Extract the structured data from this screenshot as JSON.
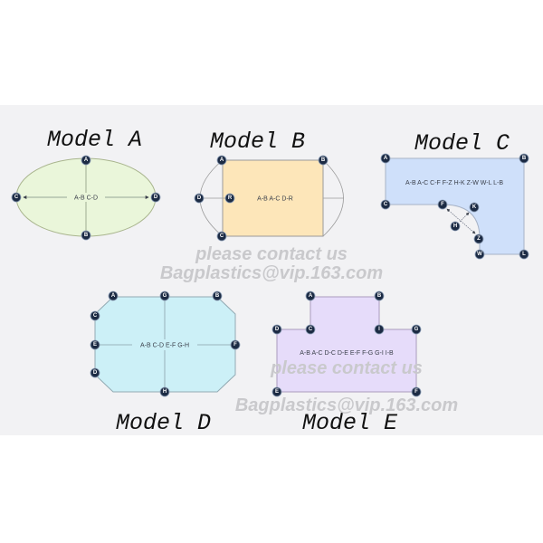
{
  "models": [
    {
      "title": "Model A",
      "fill": "#eaf6da",
      "stroke": "#a9b58e",
      "dims": "A-B  C-D",
      "nodes": [
        "A",
        "B",
        "C",
        "D"
      ]
    },
    {
      "title": "Model B",
      "fill": "#fde6b9",
      "stroke": "#9a9a9a",
      "dims": "A-B  A-C  D-R",
      "nodes": [
        "A",
        "B",
        "C",
        "D",
        "R"
      ]
    },
    {
      "title": "Model C",
      "fill": "#cfe0fa",
      "stroke": "#a7b3c6",
      "dims": "A-B  A-C  C-F  F-Z  H-K  Z-W  W-L  L-B",
      "nodes": [
        "A",
        "B",
        "C",
        "F",
        "K",
        "H",
        "Z",
        "W",
        "L"
      ]
    },
    {
      "title": "Model D",
      "fill": "#ccf0f7",
      "stroke": "#93aab3",
      "dims": "A-B  C-D E-F G-H",
      "nodes": [
        "A",
        "G",
        "B",
        "C",
        "E",
        "F",
        "D",
        "H"
      ]
    },
    {
      "title": "Model E",
      "fill": "#e6dcfa",
      "stroke": "#a99bbd",
      "dims": "A-B  A-C  D-C  D-E  E-F  F-G  G-I  I-B",
      "nodes": [
        "A",
        "B",
        "D",
        "C",
        "I",
        "G",
        "E",
        "F"
      ]
    }
  ],
  "watermarks": [
    {
      "line1": "please contact us",
      "line2": "Bagplastics@vip.163.com"
    },
    {
      "line1": "please contact us",
      "line2": "Bagplastics@vip.163.com"
    }
  ],
  "colors": {
    "panel": "#f2f2f4",
    "node": "#1c2b44",
    "page": "#ffffff"
  }
}
